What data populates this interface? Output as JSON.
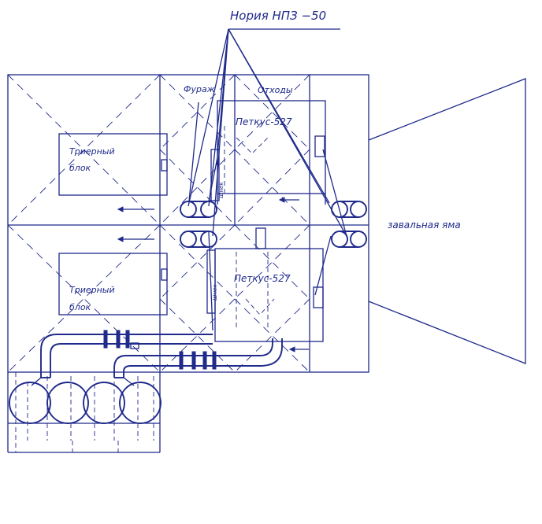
{
  "labels": {
    "elevator": "Нория НПЗ −50",
    "feed": "Фураж",
    "waste": "Отходы",
    "petkus_top": "Петкус-527",
    "petkus_bottom": "Петкус-527",
    "trier_top_1": "Триерный",
    "trier_top_2": "блок",
    "trier_bottom_1": "Триерный",
    "trier_bottom_2": "блок",
    "pit": "завальная яма",
    "auger_top": "Шнек",
    "auger_bottom": "Шнек"
  },
  "colors": {
    "ink": "#1f2a8a",
    "paper": "#ffffff"
  }
}
